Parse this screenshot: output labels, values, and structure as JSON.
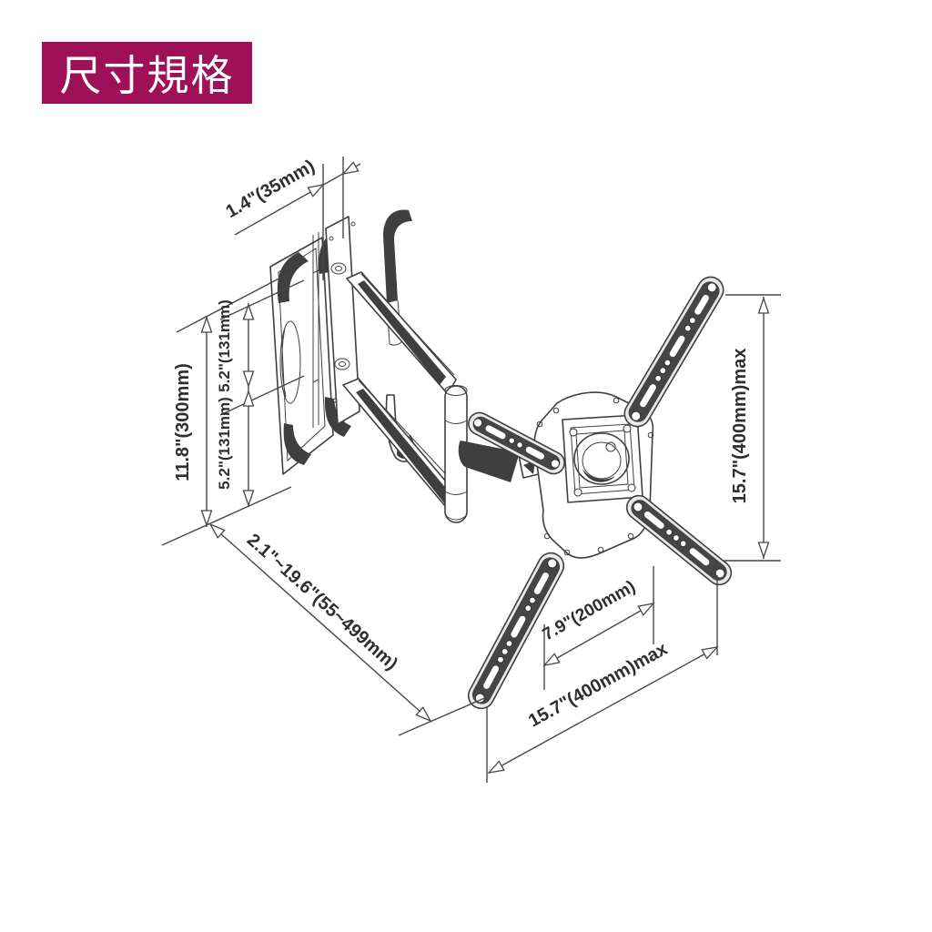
{
  "theme": {
    "accent": "#9e1158",
    "line": "#474747",
    "text": "#2e2e2e",
    "dark": "#3f3f3f"
  },
  "badge": {
    "label": "尺寸規格"
  },
  "diagram": {
    "dimensions": {
      "bracket_depth": "1.4\"(35mm)",
      "wall_plate_height": "11.8\"(300mm)",
      "hole_spacing_upper": "5.2\"(131mm)",
      "hole_spacing_lower": "5.2\"(131mm)",
      "extension_range": "2.1\"~19.6\"(55~499mm)",
      "vesa_width": "7.9\"(200mm)",
      "vesa_max_width": "15.7\"(400mm)max",
      "vesa_max_height": "15.7\"(400mm)max"
    }
  }
}
